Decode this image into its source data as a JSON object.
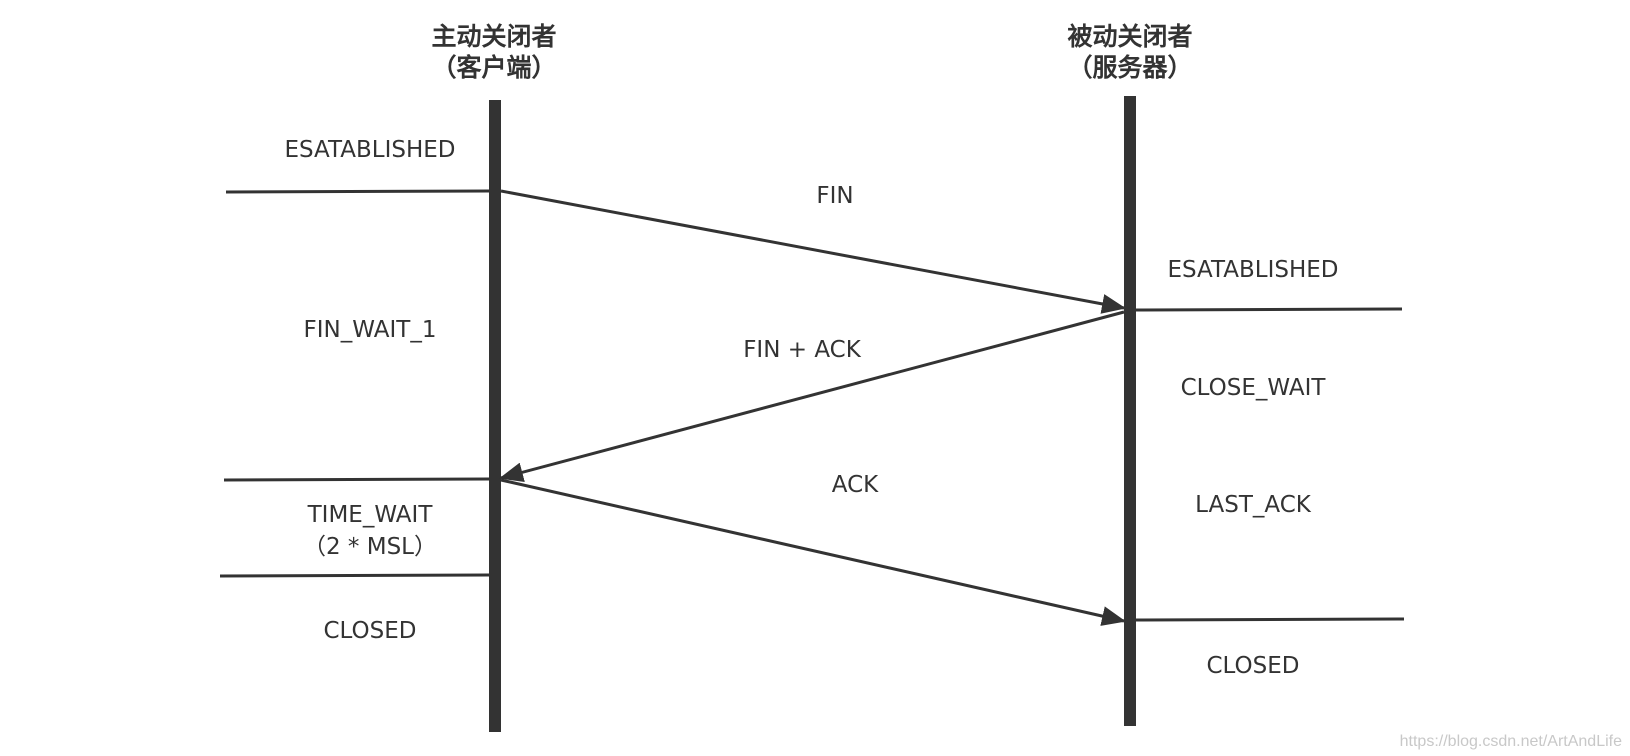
{
  "client": {
    "title": "主动关闭者",
    "subtitle": "（客户端）"
  },
  "server": {
    "title": "被动关闭者",
    "subtitle": "（服务器）"
  },
  "client_states": {
    "established": "ESATABLISHED",
    "fin_wait_1": "FIN_WAIT_1",
    "time_wait": "TIME_WAIT",
    "time_wait_note": "（2 * MSL）",
    "closed": "CLOSED"
  },
  "server_states": {
    "established": "ESATABLISHED",
    "close_wait": "CLOSE_WAIT",
    "last_ack": "LAST_ACK",
    "closed": "CLOSED"
  },
  "messages": {
    "fin": "FIN",
    "fin_ack": "FIN + ACK",
    "ack": "ACK"
  },
  "watermark": "https://blog.csdn.net/ArtAndLife",
  "colors": {
    "line": "#333333",
    "text": "#333333",
    "watermark": "#c8c8c8"
  }
}
